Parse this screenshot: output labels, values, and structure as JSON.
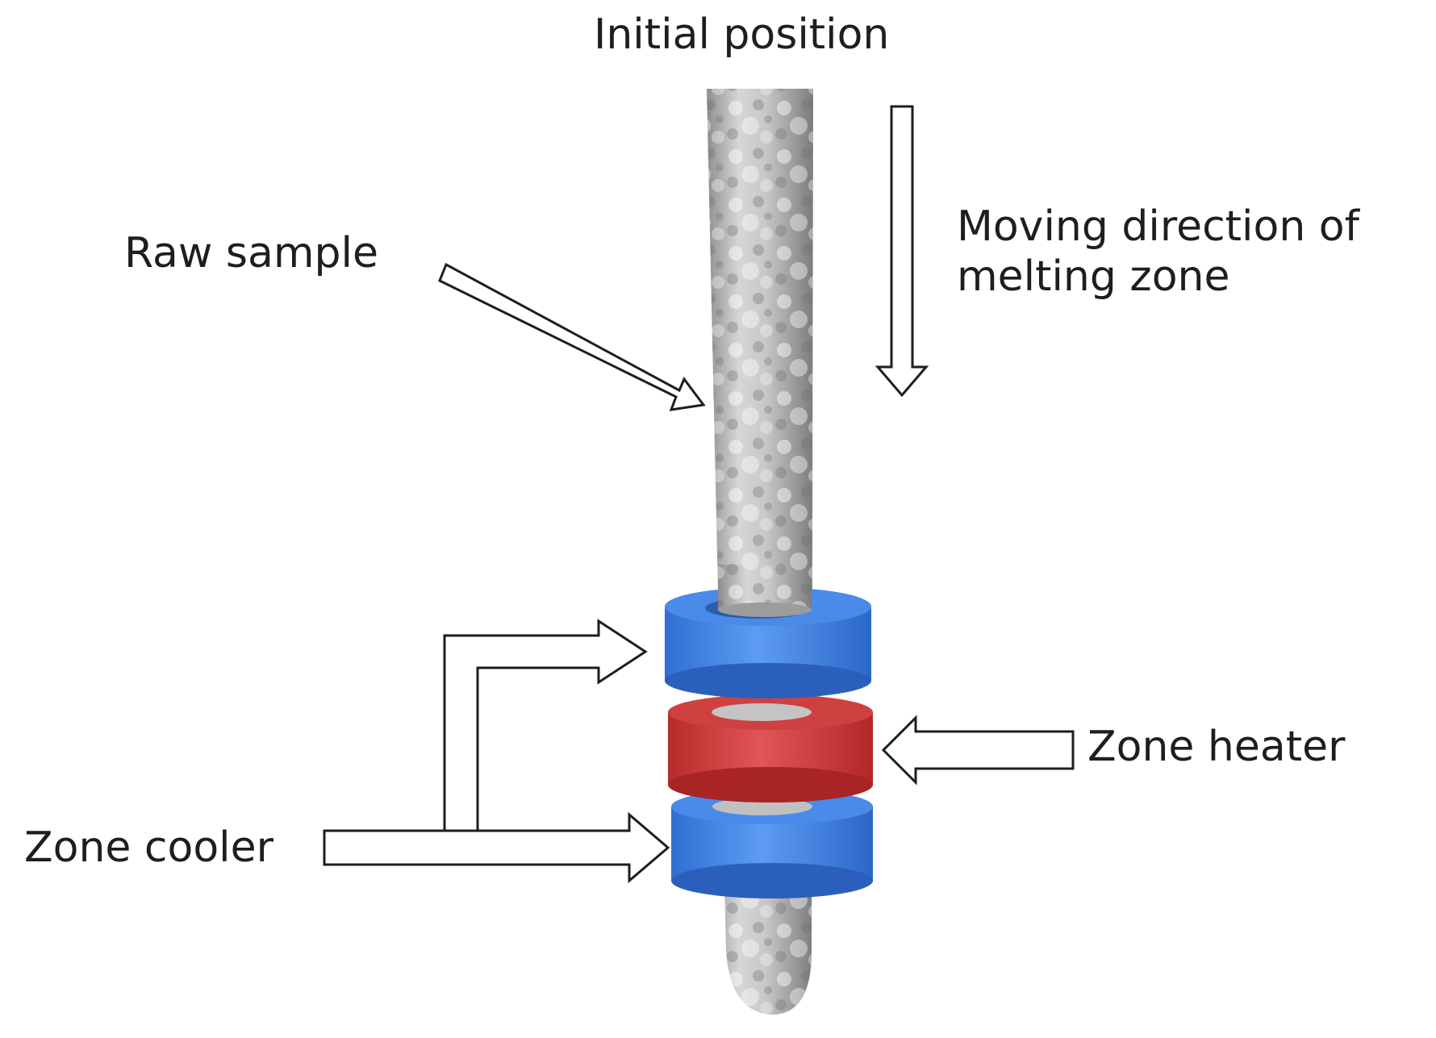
{
  "labels": {
    "initial_position": "Initial position",
    "raw_sample": "Raw sample",
    "moving_direction_line1": "Moving direction of",
    "moving_direction_line2": "melting zone",
    "zone_heater": "Zone heater",
    "zone_cooler": "Zone cooler"
  },
  "colors": {
    "cooler_ring": "#3f86ea",
    "heater_ring": "#d23a3a",
    "rod": "#b5b5b5",
    "arrow_stroke": "#1e1e1e"
  }
}
